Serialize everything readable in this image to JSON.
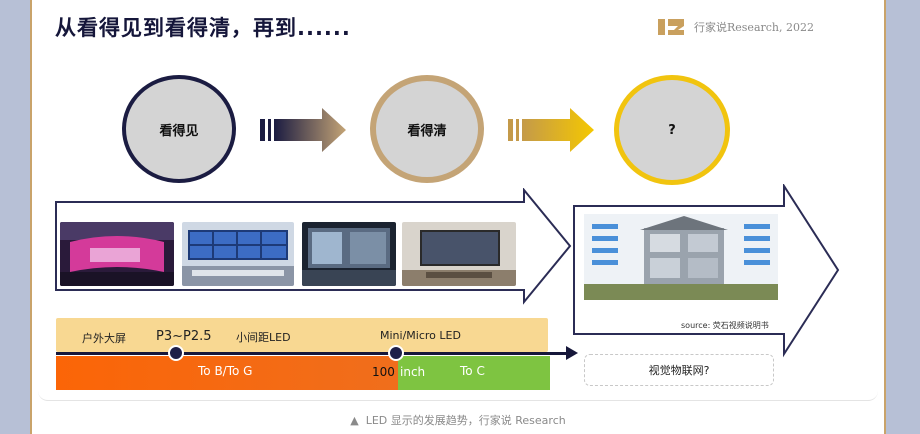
{
  "title": "从看得见到看得清，再到......",
  "brand": {
    "text": "行家说Research, 2022"
  },
  "stages": [
    {
      "label": "看得见",
      "border_color": "#1b1c42"
    },
    {
      "label": "看得清",
      "border_color": "#c4a476"
    },
    {
      "label": "?",
      "border_color": "#f1c40f"
    }
  ],
  "source": "source: 荧石视频说明书",
  "timeline": {
    "top_labels": [
      "户外大屏",
      "P3~P2.5",
      "小间距LED",
      "Mini/Micro LED"
    ],
    "bottom_labels": [
      "To B/To G",
      "100",
      "inch",
      "To C"
    ]
  },
  "iot_box": "视觉物联网?",
  "caption": "LED 显示的发展趋势，行家说 Research",
  "colors": {
    "navy": "#1b1c42",
    "gold": "#c4a476",
    "yellow": "#f1c40f",
    "orange": "#fb6507",
    "green": "#7ec441",
    "band": "#f8d892"
  }
}
